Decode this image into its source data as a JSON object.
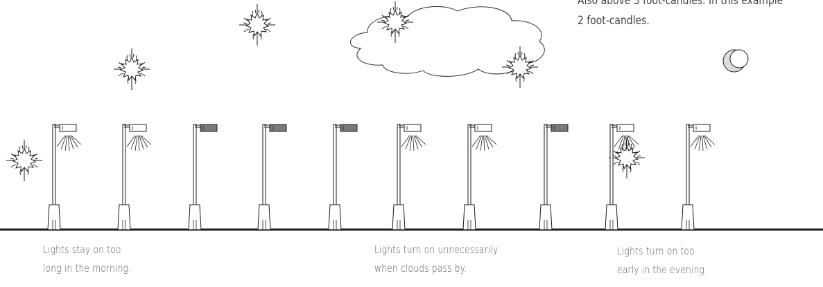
{
  "note": {
    "line1": "Also above 3 foot-candles. In this example",
    "line2": "2 foot-candles."
  },
  "captions": [
    {
      "line1": "Lights stay on too",
      "line2": "long in the morning."
    },
    {
      "line1": "Lights turn on unnecessarily",
      "line2": "when clouds pass by."
    },
    {
      "line1": "Lights turn on too",
      "line2": "early in the evening."
    }
  ],
  "poles": [
    {
      "state": "on"
    },
    {
      "state": "on"
    },
    {
      "state": "off"
    },
    {
      "state": "off"
    },
    {
      "state": "off"
    },
    {
      "state": "on"
    },
    {
      "state": "on"
    },
    {
      "state": "off"
    },
    {
      "state": "on"
    },
    {
      "state": "on"
    }
  ],
  "colors": {
    "line": "#1a1a1a",
    "lamp_off_fill": "#7a7a7a",
    "moon_fill": "#dcdcdc",
    "text": "#555555"
  },
  "icons": [
    "sun-icon",
    "cloud-icon",
    "moon-icon",
    "street-light-icon"
  ]
}
